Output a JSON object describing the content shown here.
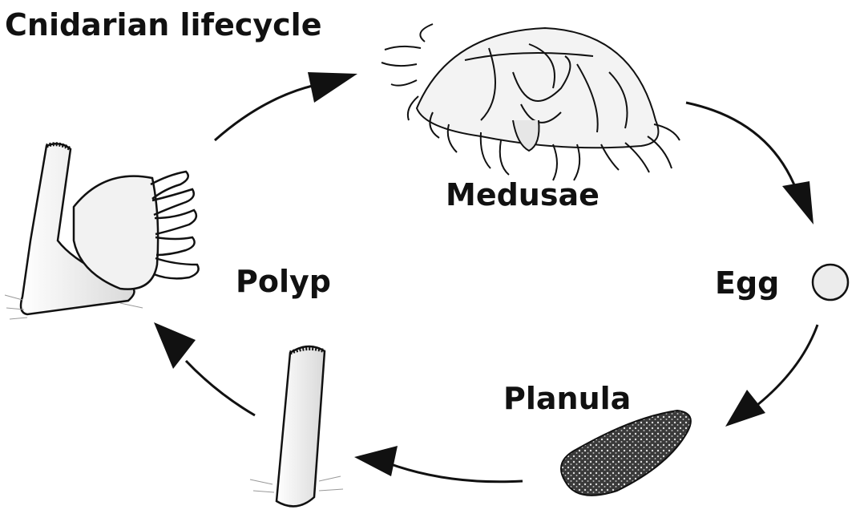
{
  "diagram": {
    "title": "Cnidarian lifecycle",
    "stages": {
      "medusae": "Medusae",
      "egg": "Egg",
      "planula": "Planula",
      "polyp": "Polyp"
    },
    "colors": {
      "ink": "#111111",
      "body_fill": "#f2f2f2",
      "planula_fill": "#3a3a3a"
    }
  }
}
